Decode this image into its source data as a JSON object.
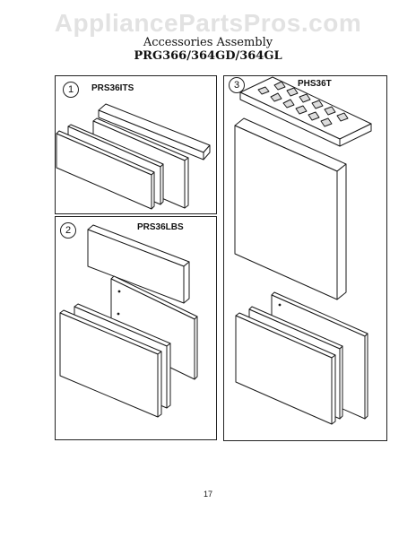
{
  "watermark": "AppliancePartsPros.com",
  "title": {
    "line1": "Accessories Assembly",
    "line2": "PRG366/364GD/364GL"
  },
  "panels": [
    {
      "number": "1",
      "code": "PRS36ITS"
    },
    {
      "number": "2",
      "code": "PRS36LBS"
    },
    {
      "number": "3",
      "code": "PHS36T"
    }
  ],
  "page_number": "17"
}
